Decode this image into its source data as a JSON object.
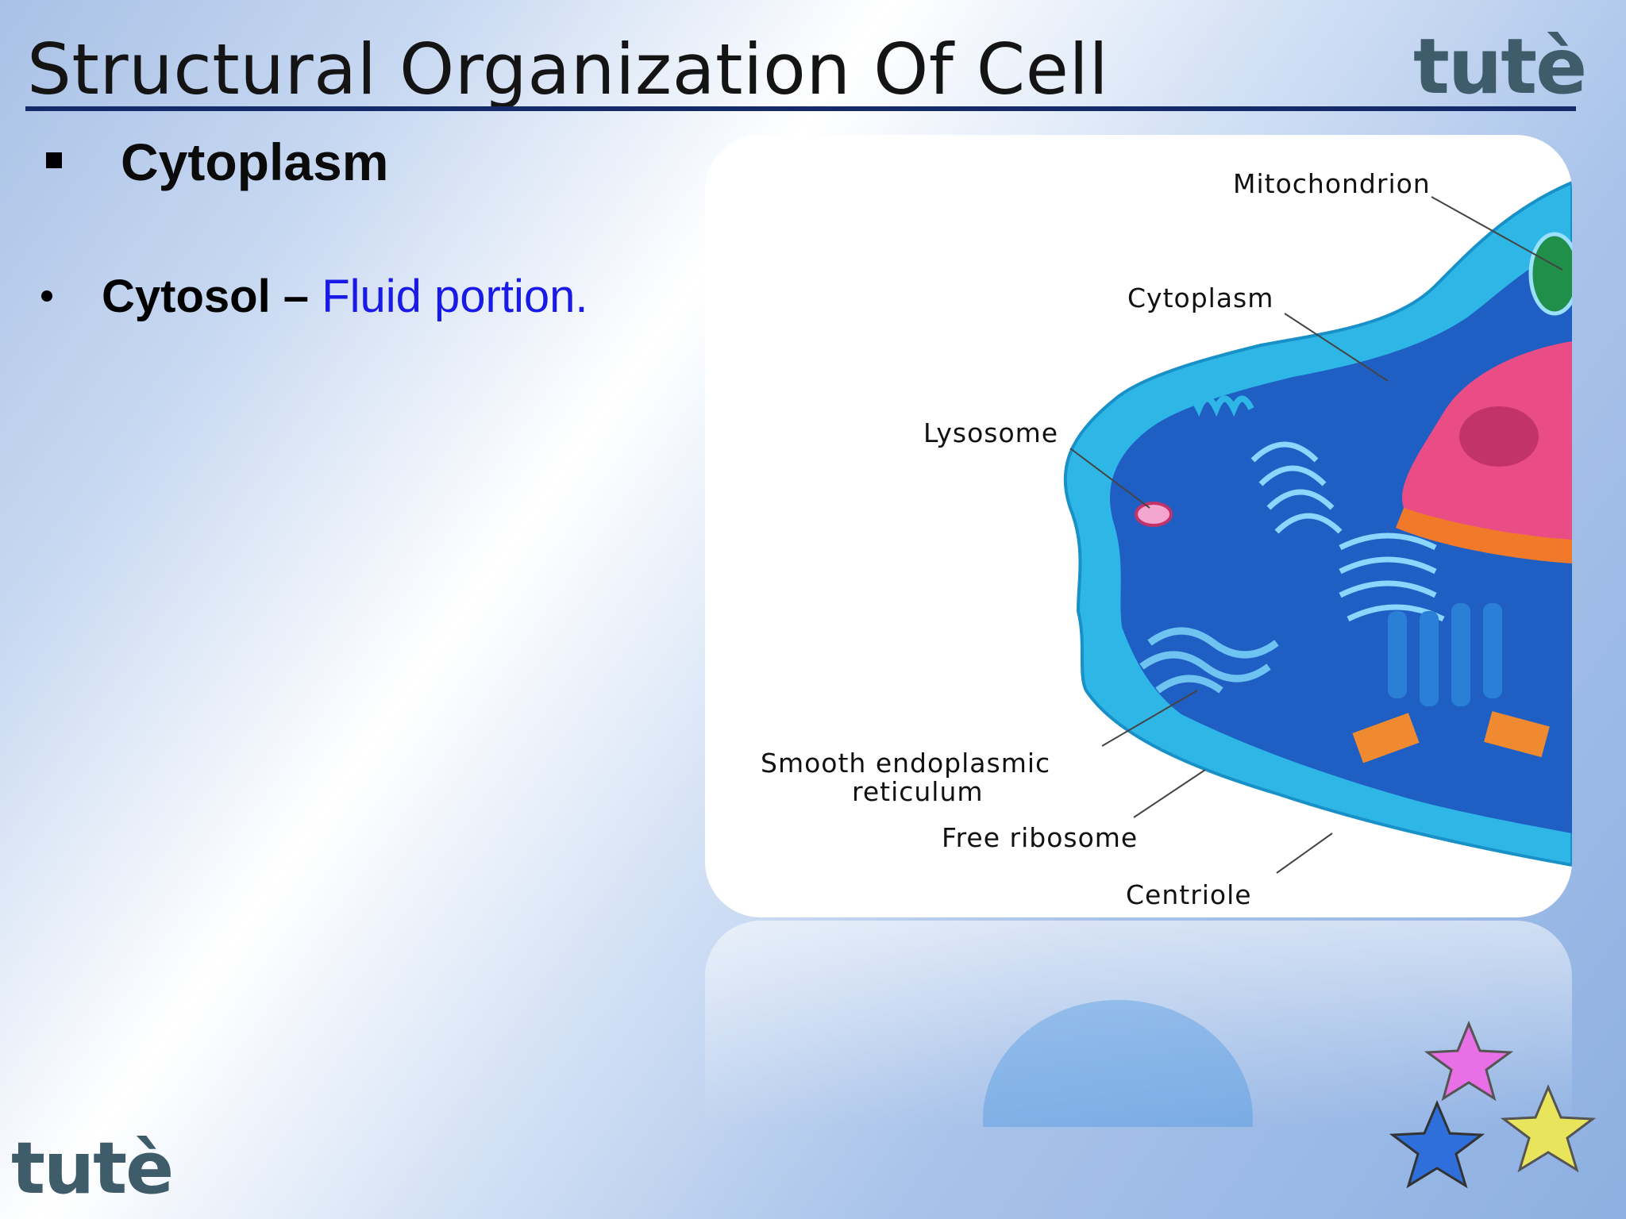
{
  "slide": {
    "title": "Structural Organization Of Cell",
    "brand": "tutè"
  },
  "content": {
    "heading": "Cytoplasm",
    "point": {
      "term": "Cytosol –",
      "description": "Fluid portion."
    }
  },
  "diagram": {
    "labels": {
      "mitochondrion": "Mitochondrion",
      "cytoplasm": "Cytoplasm",
      "lysosome": "Lysosome",
      "smooth_er_line1": "Smooth endoplasmic",
      "smooth_er_line2": "reticulum",
      "free_ribosome": "Free ribosome",
      "centriole": "Centriole"
    }
  },
  "colors": {
    "title_rule": "#152a68",
    "brand": "#3f5c6b",
    "description_text": "#1a1ae6",
    "cytoplasm_blue": "#1f5fc4",
    "membrane_cyan": "#2eb7e6",
    "nucleus_pink": "#ea4d86"
  }
}
